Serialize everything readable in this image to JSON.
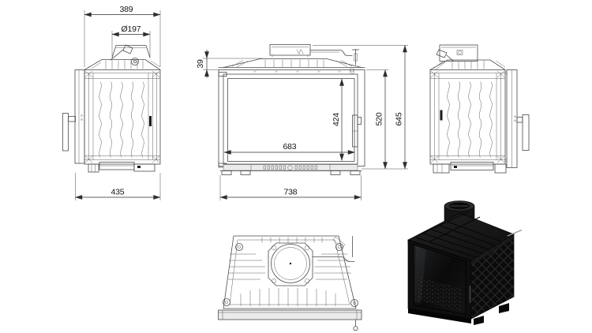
{
  "sheet": {
    "background": "#ffffff",
    "line_color": "#4a4a4a",
    "dim_color": "#2e2e2e",
    "text_color": "#141414",
    "render_body_color": "#0d0d0d",
    "views": {
      "side_left": {
        "name": "left-side-view",
        "dims": {
          "overall_width": "389",
          "flue_diameter": "Ø197",
          "depth": "435"
        }
      },
      "front": {
        "name": "front-view",
        "dims": {
          "top_plate_height": "39",
          "glass_height": "424",
          "body_height": "520",
          "overall_height": "645",
          "glass_width": "683",
          "overall_width": "738"
        }
      },
      "side_right": {
        "name": "right-side-view"
      },
      "top": {
        "name": "top-view"
      },
      "photo": {
        "name": "product-3d-render"
      }
    }
  }
}
